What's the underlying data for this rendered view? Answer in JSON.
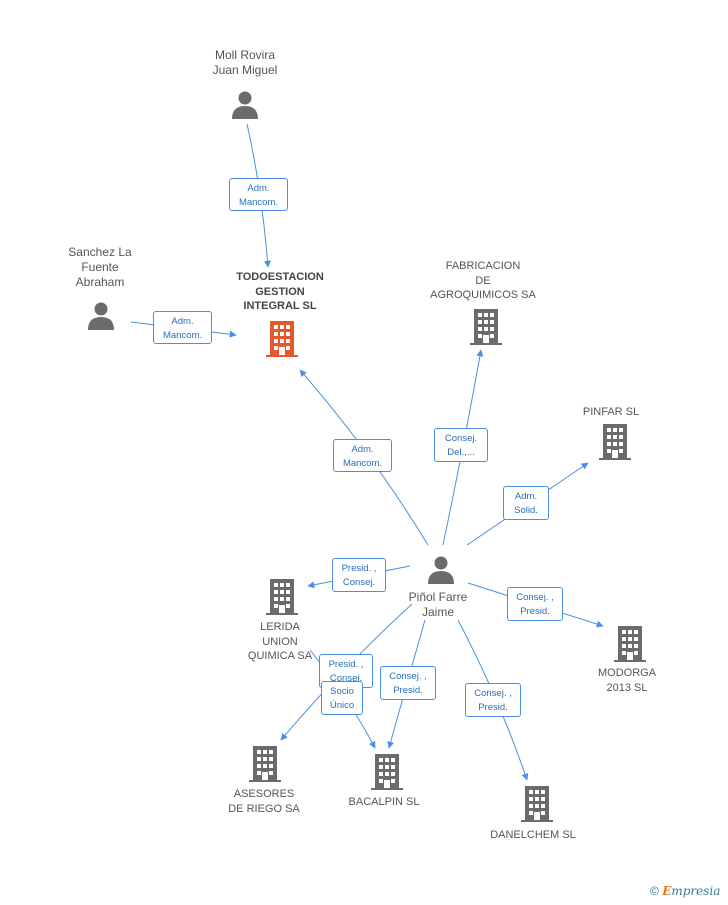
{
  "nodes": {
    "main_company": {
      "label": "TODOESTACION\nGESTION\nINTEGRAL SL",
      "color": "#e8572a"
    },
    "moll": {
      "label": "Moll Rovira\nJuan Miguel"
    },
    "sanchez": {
      "label": "Sanchez La\nFuente\nAbraham"
    },
    "pinol": {
      "label": "Piñol Farre\nJaime"
    },
    "fabricacion": {
      "label": "FABRICACION\nDE\nAGROQUIMICOS SA"
    },
    "pinfar": {
      "label": "PINFAR  SL"
    },
    "lerida": {
      "label": "LERIDA\nUNION\nQUIMICA SA"
    },
    "modorga": {
      "label": "MODORGA\n2013  SL"
    },
    "asesores": {
      "label": "ASESORES\nDE RIEGO SA"
    },
    "bacalpin": {
      "label": "BACALPIN  SL"
    },
    "danelchem": {
      "label": "DANELCHEM  SL"
    }
  },
  "relations": {
    "moll_main": "Adm.\nMancom.",
    "sanchez_main": "Adm.\nMancom.",
    "pinol_main": "Adm.\nMancom.",
    "pinol_fabricacion": "Consej.\nDel.,...",
    "pinol_pinfar": "Adm.\nSolid.",
    "pinol_lerida": "Presid. ,\nConsej.",
    "pinol_modorga": "Consej. ,\nPresid.",
    "pinol_asesores": "Presid. ,\nConsej.",
    "pinol_asesores_2": "Socio\nÚnico",
    "pinol_bacalpin": "Consej. ,\nPresid.",
    "pinol_danelchem": "Consej. ,\nPresid."
  },
  "colors": {
    "edge": "#4a90e2",
    "icon": "#6b6b6b",
    "main": "#e8572a"
  },
  "footer": {
    "copyright": "©",
    "brand_first": "E",
    "brand_rest": "mpresia"
  }
}
